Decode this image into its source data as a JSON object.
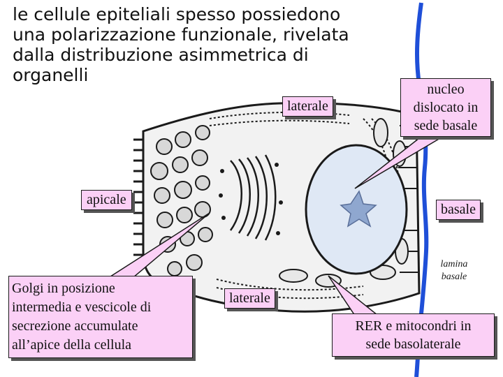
{
  "title": {
    "lines": [
      "le cellule epiteliali spesso possiedono",
      "una polarizzazione funzionale, rivelata",
      "dalla distribuzione asimmetrica di",
      "organelli"
    ]
  },
  "labels": {
    "lateral_top": "laterale",
    "apical": "apicale",
    "basal": "basale",
    "lateral_bottom": "laterale",
    "nucleus": [
      "nucleo",
      "dislocato in",
      "sede basale"
    ],
    "golgi": [
      "Golgi in posizione",
      "intermedia e vescicole di",
      "secrezione accumulate",
      "all’apice della cellula"
    ],
    "rer": [
      "RER e mitocondri in",
      "sede basolaterale"
    ],
    "lamina": [
      "lamina",
      "basale"
    ]
  },
  "colors": {
    "callout_fill": "#fbd0f6",
    "membrane_blue": "#1f4fd8",
    "ink": "#1a1a1a",
    "nucleus_fill": "#dfe8f5"
  }
}
